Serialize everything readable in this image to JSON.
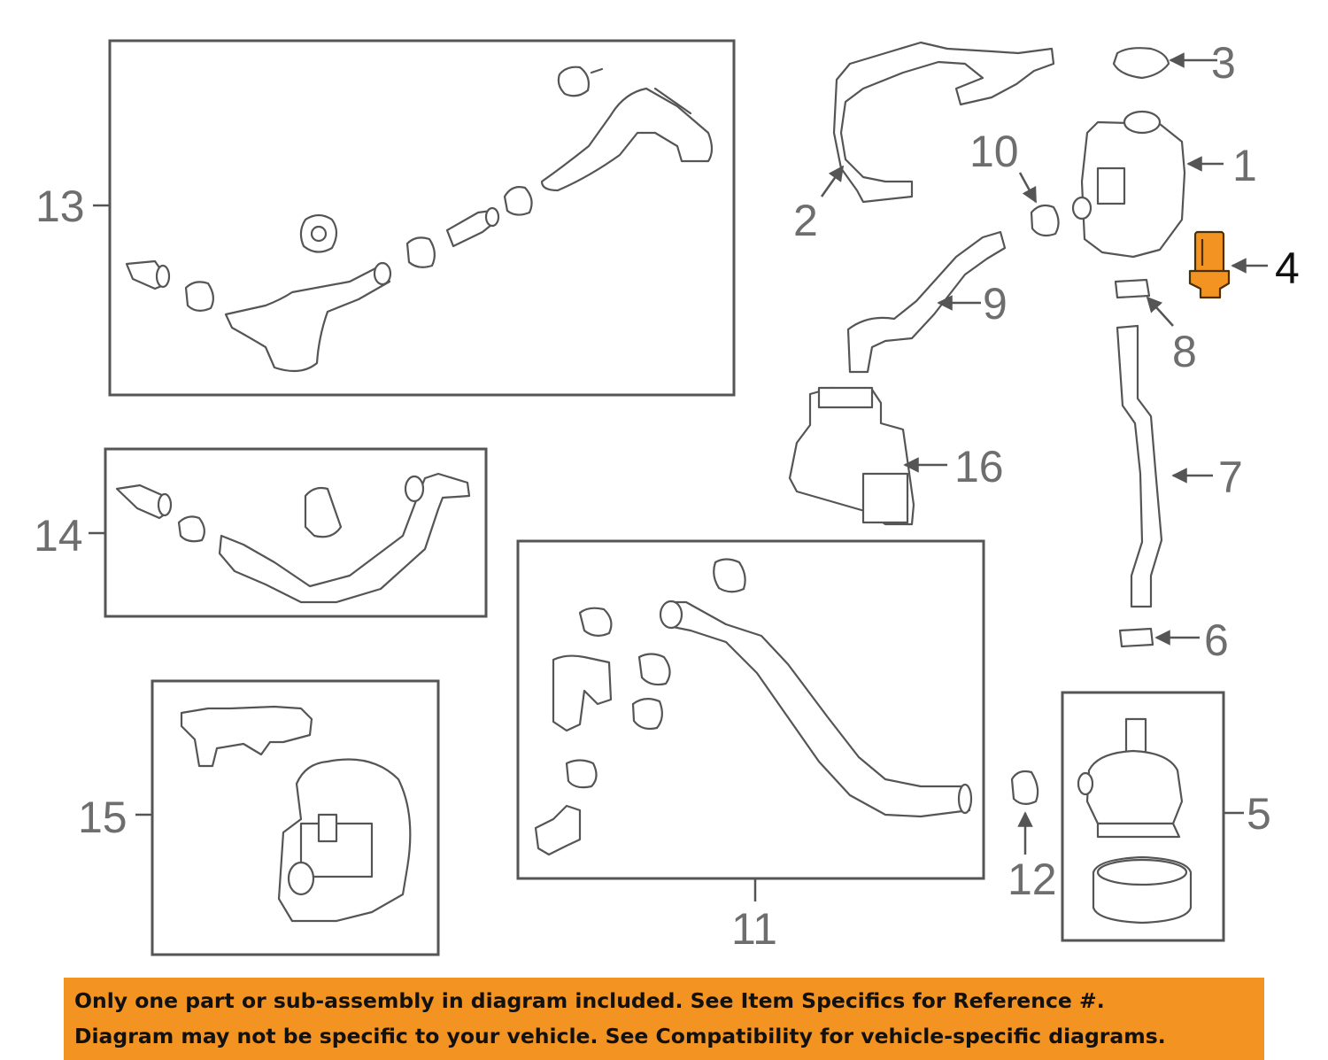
{
  "callouts": {
    "c1": "1",
    "c2": "2",
    "c3": "3",
    "c4": "4",
    "c5": "5",
    "c6": "6",
    "c7": "7",
    "c8": "8",
    "c9": "9",
    "c10": "10",
    "c11": "11",
    "c12": "12",
    "c13": "13",
    "c14": "14",
    "c15": "15",
    "c16": "16"
  },
  "colors": {
    "highlight": "#f39321",
    "banner_background": "#f39321",
    "line_art": "#555555",
    "callout_text": "#6e6e6e"
  },
  "banner": {
    "line1": "Only one part or sub-assembly in diagram included. See Item Specifics for Reference #.",
    "line2": "Diagram may not be specific to your vehicle. See Compatibility for vehicle-specific diagrams."
  }
}
